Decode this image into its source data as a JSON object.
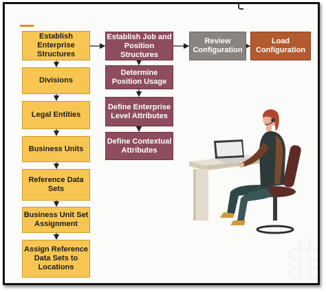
{
  "column1": [
    "Establish Enterprise Structures",
    "Divisions",
    "Legal Entities",
    "Business Units",
    "Reference Data Sets",
    "Business Unit Set Assignment",
    "Assign Reference Data Sets to Locations"
  ],
  "column2": [
    "Establish Job and Position Structures",
    "Determine Position Usage",
    "Define Enterprise Level Attributes",
    "Define Contextual Attributes"
  ],
  "review": "Review Configuration",
  "load": "Load Configuration",
  "colors": {
    "yellow": "#f7c652",
    "maroon": "#8d4d5e",
    "grey": "#8a8480",
    "orange": "#b45a2f",
    "accent": "#e08a2a"
  },
  "illustration": "person-at-desk-icon"
}
